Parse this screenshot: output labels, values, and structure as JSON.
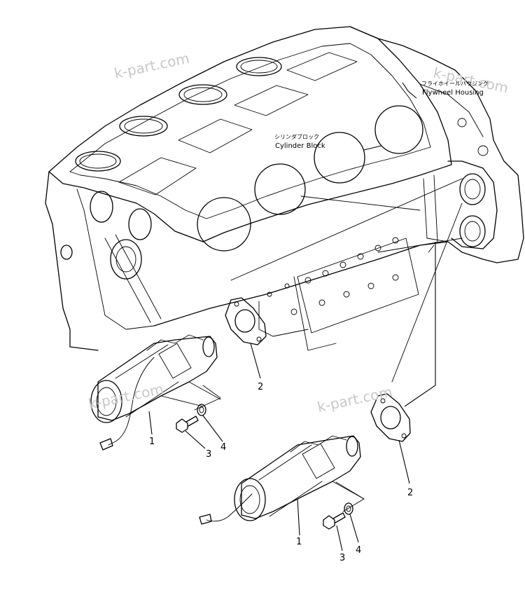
{
  "watermark": "k-part.com",
  "labels": {
    "flywheel_housing_jp": "フライホイールハウジング",
    "flywheel_housing_en": "Flywheel  Housing",
    "cylinder_block_jp": "シリンダブロック",
    "cylinder_block_en": "Cylinder  Block"
  },
  "parts": {
    "p1": "1",
    "p2": "2",
    "p3": "3",
    "p4": "4"
  }
}
